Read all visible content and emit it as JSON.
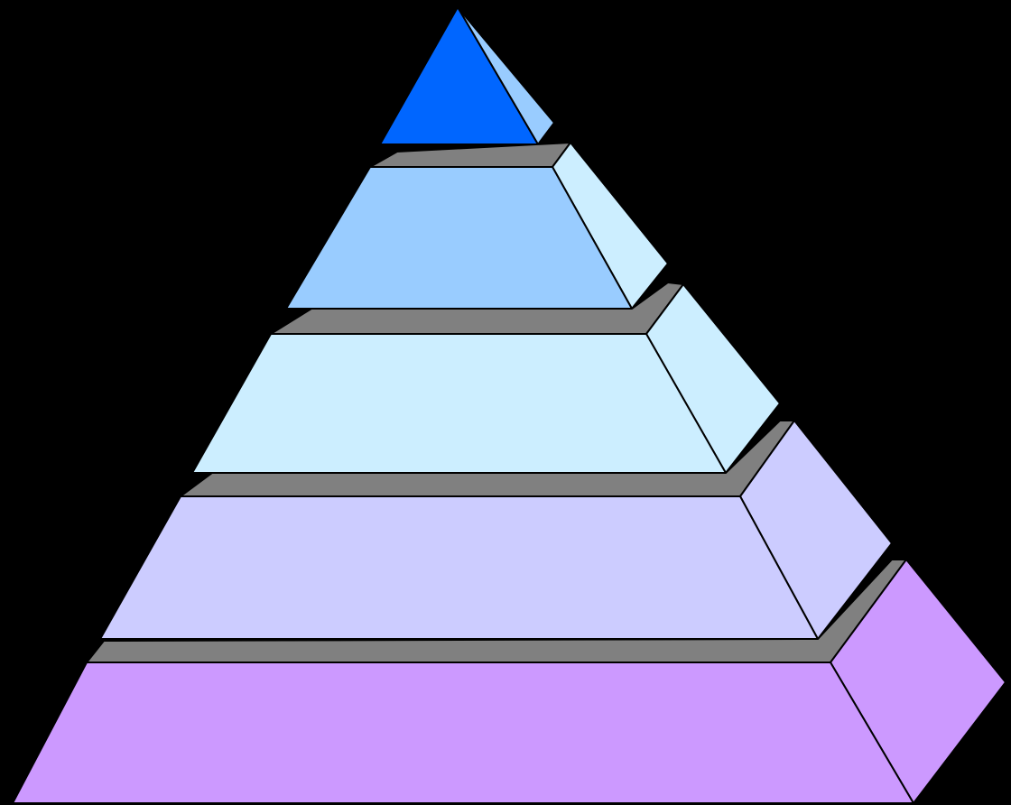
{
  "diagram": {
    "type": "layered-pyramid",
    "background_color": "#000000",
    "ledge_color": "#808080",
    "outline_color": "#000000",
    "layers": [
      {
        "position": "top",
        "front_color": "#0066FF",
        "side_color": "#99CCFF"
      },
      {
        "position": "second",
        "front_color": "#99CCFF",
        "side_color": "#CCEEFF"
      },
      {
        "position": "third",
        "front_color": "#CCEEFF",
        "side_color": "#CCEEFF"
      },
      {
        "position": "fourth",
        "front_color": "#CCCCFF",
        "side_color": "#CCCCFF"
      },
      {
        "position": "bottom",
        "front_color": "#CC99FF",
        "side_color": "#CC99FF"
      }
    ]
  }
}
